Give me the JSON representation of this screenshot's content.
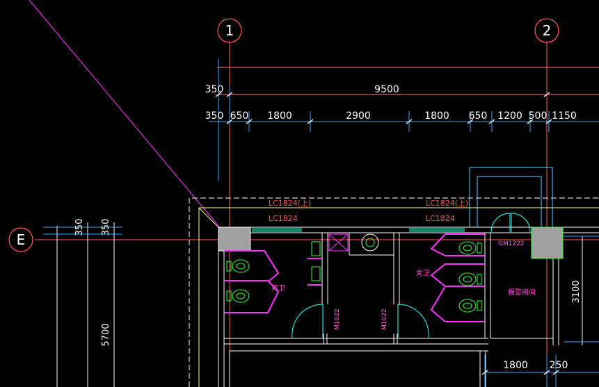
{
  "axes": {
    "a1": "1",
    "a2": "2",
    "aE": "E"
  },
  "dims_top": {
    "total": "9500",
    "offset": "350",
    "seg": [
      "350",
      "650",
      "1800",
      "2900",
      "1800",
      "650",
      "1200",
      "500",
      "1150"
    ]
  },
  "dims_left": {
    "d1": "350",
    "d2": "350",
    "d3": "5700"
  },
  "dims_right": {
    "h": "3100"
  },
  "dims_bottom": {
    "d1": "1800",
    "d2": "250"
  },
  "windows": {
    "w1_upper": "LC1824(上)",
    "w1": "LC1824",
    "w2_upper": "LC1824(上)",
    "w2": "LC1824"
  },
  "doors": {
    "m1": "M1022",
    "m2": "M1022",
    "gm": "GM1222"
  },
  "rooms": {
    "men": "男卫",
    "women": "女卫",
    "alarm": "报警阀间"
  }
}
